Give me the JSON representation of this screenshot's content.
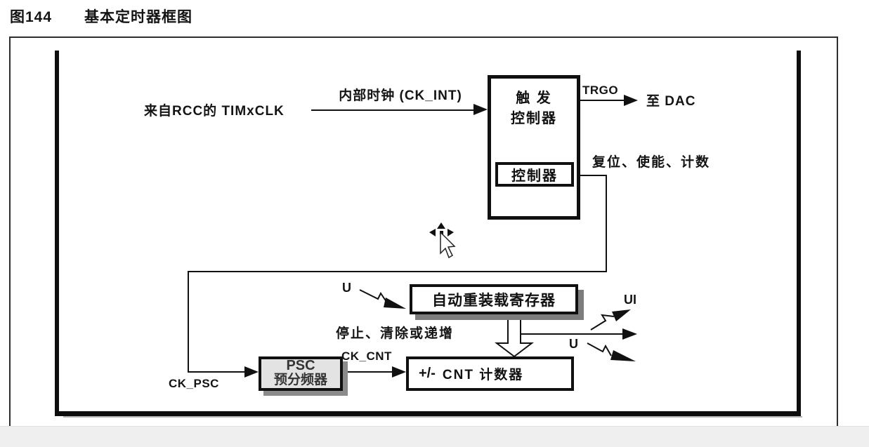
{
  "title": {
    "figure_no": "图144",
    "caption": "基本定时器框图"
  },
  "diagram": {
    "input_label": "来自RCC的 TIMxCLK",
    "internal_clock_label": "内部时钟 (CK_INT)",
    "trigger_controller": {
      "line1": "触 发",
      "line2": "控制器"
    },
    "controller_box_label": "控制器",
    "trgo_label": "TRGO",
    "to_dac_label": "至 DAC",
    "reset_enable_count_label": "复位、使能、计数",
    "autoreload_register_label": "自动重装载寄存器",
    "stop_clear_increment_label": "停止、清除或递增",
    "psc": {
      "line1": "PSC",
      "line2": "预分频器"
    },
    "cnt_counter": {
      "sign": "+/-",
      "label": "CNT 计数器"
    },
    "signals": {
      "ck_psc": "CK_PSC",
      "ck_cnt": "CK_CNT",
      "u_event_top": "U",
      "ui_event": "UI",
      "u_event_right": "U"
    }
  },
  "colors": {
    "line": "#111111",
    "box_fill_gray": "#e3e3e3",
    "shadow": "#7d7d7d",
    "bottom_band": "#efefef"
  }
}
